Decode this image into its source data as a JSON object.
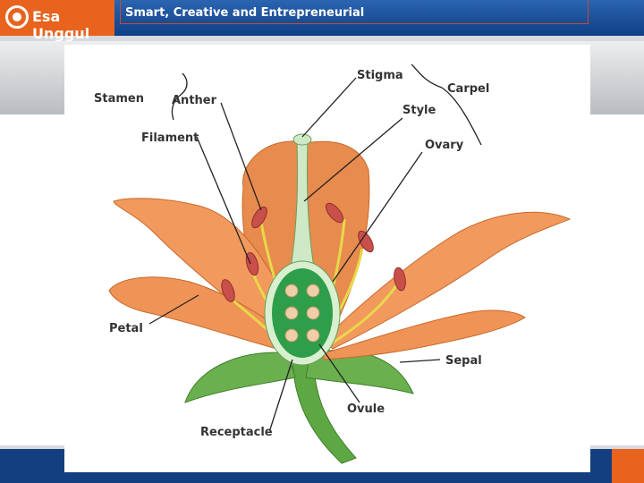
{
  "header": {
    "logo_text": "Esa Unggul",
    "tagline": "Smart, Creative and Entrepreneurial"
  },
  "diagram": {
    "labels": {
      "stamen": "Stamen",
      "anther": "Anther",
      "filament": "Filament",
      "stigma": "Stigma",
      "style": "Style",
      "carpel": "Carpel",
      "ovary": "Ovary",
      "petal": "Petal",
      "sepal": "Sepal",
      "ovule": "Ovule",
      "receptacle": "Receptacle"
    },
    "colors": {
      "petal": "#f2995e",
      "petal_shadow": "#e07e3e",
      "sepal": "#6bb04e",
      "ovary": "#2e9e4a",
      "ovule": "#eecfa9",
      "anther": "#c9504a",
      "filament": "#e8d84a"
    }
  }
}
